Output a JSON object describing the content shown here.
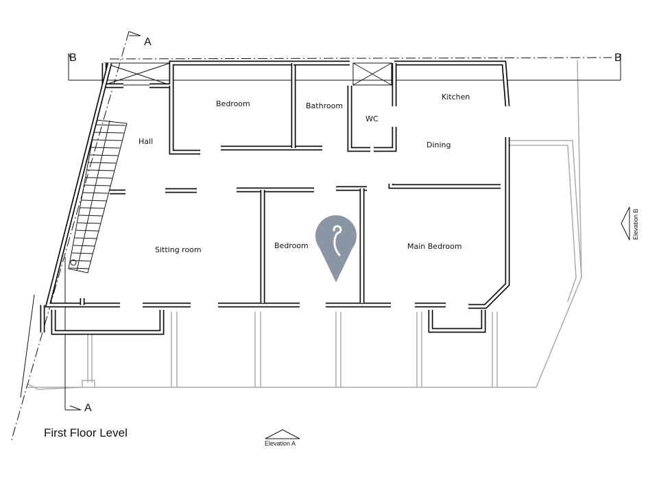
{
  "title": "First Floor Level",
  "rooms": {
    "hall": "Hall",
    "bedroom_top": "Bedroom",
    "bathroom": "Bathroom",
    "wc": "WC",
    "kitchen": "Kitchen",
    "dining": "Dining",
    "sitting_room": "Sitting room",
    "bedroom_middle": "Bedroom",
    "main_bedroom": "Main Bedroom"
  },
  "section_marks": {
    "a_top": "A",
    "a_bottom": "A",
    "b_left": "B",
    "b_right": "B"
  },
  "elevations": {
    "a": "Elevation A",
    "b": "Elevation B"
  },
  "marker": {
    "icon": "map-pin-icon",
    "color": "#8a96a3"
  }
}
